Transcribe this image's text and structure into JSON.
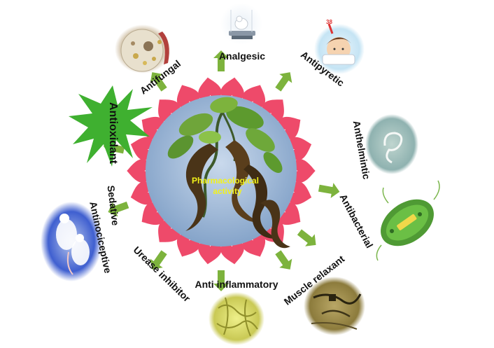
{
  "center": {
    "line1": "Pharmacological",
    "line2": "activity"
  },
  "activities": {
    "analgesic": "Analgesic",
    "antipyretic": "Antipyretic",
    "antifungal": "Antifungal",
    "antioxidant": "Antioxidant",
    "anthelmintic": "Anthelmintic",
    "antibacterial": "Antibacterial",
    "sedative": "Sedative",
    "antinociceptive": "Antinociceptive",
    "urease_inhibitor": "Urease inhibitor",
    "anti_inflammatory": "Anti inflammatory",
    "muscle_relaxant": "Muscle relaxant",
    "thermometer_reading": "38"
  },
  "colors": {
    "petal": "#ee4a6a",
    "arrow": "#7db33d",
    "star": "#3fb030",
    "center_text": "#f2f21a",
    "sky": "#9eb8d8"
  }
}
